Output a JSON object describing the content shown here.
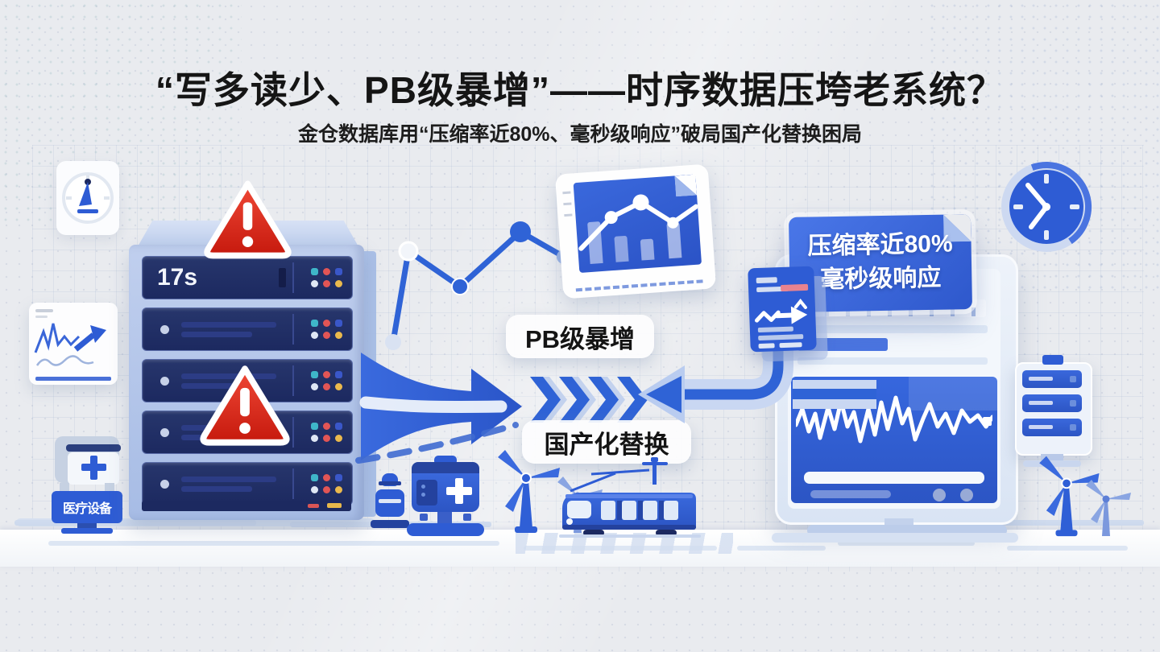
{
  "header": {
    "title": "“写多读少、PB级暴增”——时序数据压垮老系统？",
    "subtitle": "金仓数据库用“压缩率近80%、毫秒级响应”破局国产化替换困局"
  },
  "rack": {
    "unit1_label": "17s"
  },
  "flow": {
    "top_label": "PB级暴增",
    "bottom_label": "国产化替换"
  },
  "result_card": {
    "line1": "压缩率近80%",
    "line2": "毫秒级响应"
  },
  "medical_device": {
    "label": "医疗设备"
  },
  "colors": {
    "primary_blue": "#2f63d6",
    "dark_navy": "#1e2c66",
    "alert_red": "#dd2f1f",
    "light_blue": "#c9d7f2",
    "led_teal": "#3fb6c9",
    "led_yellow": "#eab94d",
    "led_red": "#e25555"
  }
}
